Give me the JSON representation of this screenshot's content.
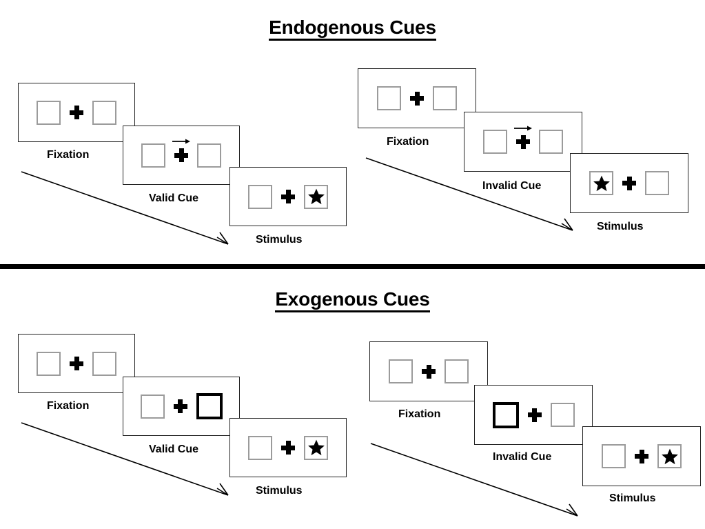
{
  "figure": {
    "sections": [
      {
        "id": "endogenous",
        "title": "Endogenous Cues",
        "sequences": [
          {
            "id": "endogenous-valid",
            "frames": [
              {
                "caption": "Fixation",
                "cue": "none",
                "left_content": "empty",
                "right_content": "empty"
              },
              {
                "caption": "Valid Cue",
                "cue": "arrow-right",
                "left_content": "empty",
                "right_content": "empty"
              },
              {
                "caption": "Stimulus",
                "cue": "none",
                "left_content": "empty",
                "right_content": "star"
              }
            ]
          },
          {
            "id": "endogenous-invalid",
            "frames": [
              {
                "caption": "Fixation",
                "cue": "none",
                "left_content": "empty",
                "right_content": "empty"
              },
              {
                "caption": "Invalid Cue",
                "cue": "arrow-right",
                "left_content": "empty",
                "right_content": "empty"
              },
              {
                "caption": "Stimulus",
                "cue": "none",
                "left_content": "star",
                "right_content": "empty"
              }
            ]
          }
        ]
      },
      {
        "id": "exogenous",
        "title": "Exogenous Cues",
        "sequences": [
          {
            "id": "exogenous-valid",
            "frames": [
              {
                "caption": "Fixation",
                "cue": "none",
                "left_content": "empty",
                "right_content": "empty"
              },
              {
                "caption": "Valid Cue",
                "cue": "highlight-right",
                "left_content": "empty",
                "right_content": "empty"
              },
              {
                "caption": "Stimulus",
                "cue": "none",
                "left_content": "empty",
                "right_content": "star"
              }
            ]
          },
          {
            "id": "exogenous-invalid",
            "frames": [
              {
                "caption": "Fixation",
                "cue": "none",
                "left_content": "empty",
                "right_content": "empty"
              },
              {
                "caption": "Invalid Cue",
                "cue": "highlight-left",
                "left_content": "empty",
                "right_content": "empty"
              },
              {
                "caption": "Stimulus",
                "cue": "none",
                "left_content": "empty",
                "right_content": "star"
              }
            ]
          }
        ]
      }
    ],
    "colors": {
      "background": "#ffffff",
      "frame_border": "#222222",
      "box_border": "#9b9b9b",
      "cued_box_border": "#000000",
      "glyph": "#000000",
      "divider": "#000000"
    },
    "icons": {
      "fixation_cross": "plus-icon",
      "cue_arrow": "arrow-right-icon",
      "target": "star-icon",
      "time": "time-arrow-icon"
    }
  }
}
